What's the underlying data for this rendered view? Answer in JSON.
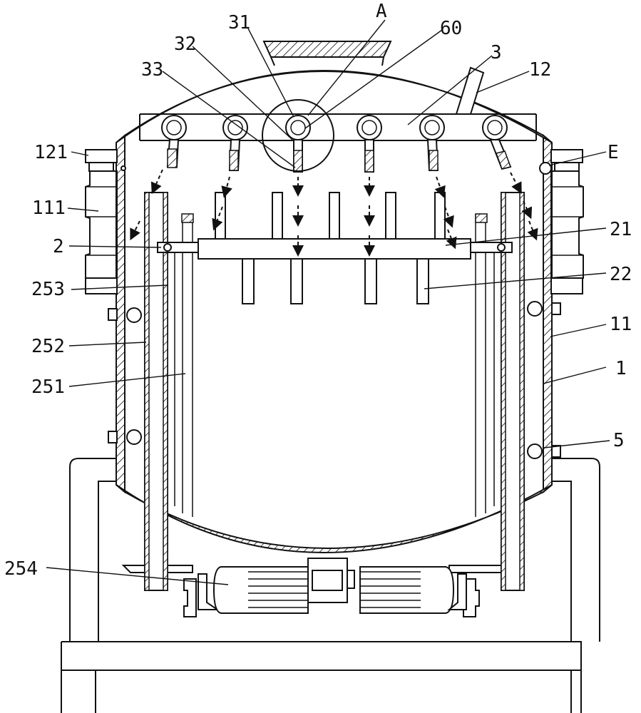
{
  "labels": {
    "A": "A",
    "L60": "60",
    "L3": "3",
    "L12": "12",
    "L31": "31",
    "L32": "32",
    "L33": "33",
    "L121": "121",
    "E": "E",
    "L111": "111",
    "L2": "2",
    "L21": "21",
    "L253": "253",
    "L22": "22",
    "L11": "11",
    "L252": "252",
    "L1": "1",
    "L251": "251",
    "L5": "5",
    "L254": "254"
  }
}
